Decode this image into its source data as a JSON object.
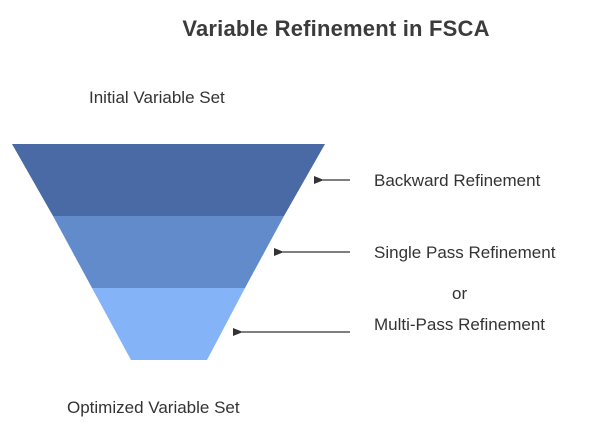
{
  "title": "Variable Refinement in FSCA",
  "top_label": "Initial Variable Set",
  "bottom_label": "Optimized Variable Set",
  "stages": [
    {
      "label": "Backward Refinement",
      "color": "#4a6aa5"
    },
    {
      "label": "Single Pass Refinement",
      "color": "#628bcb"
    },
    {
      "label": "Multi-Pass Refinement",
      "color": "#84b3f7"
    }
  ],
  "connector": "or",
  "arrow_color": "#333333"
}
